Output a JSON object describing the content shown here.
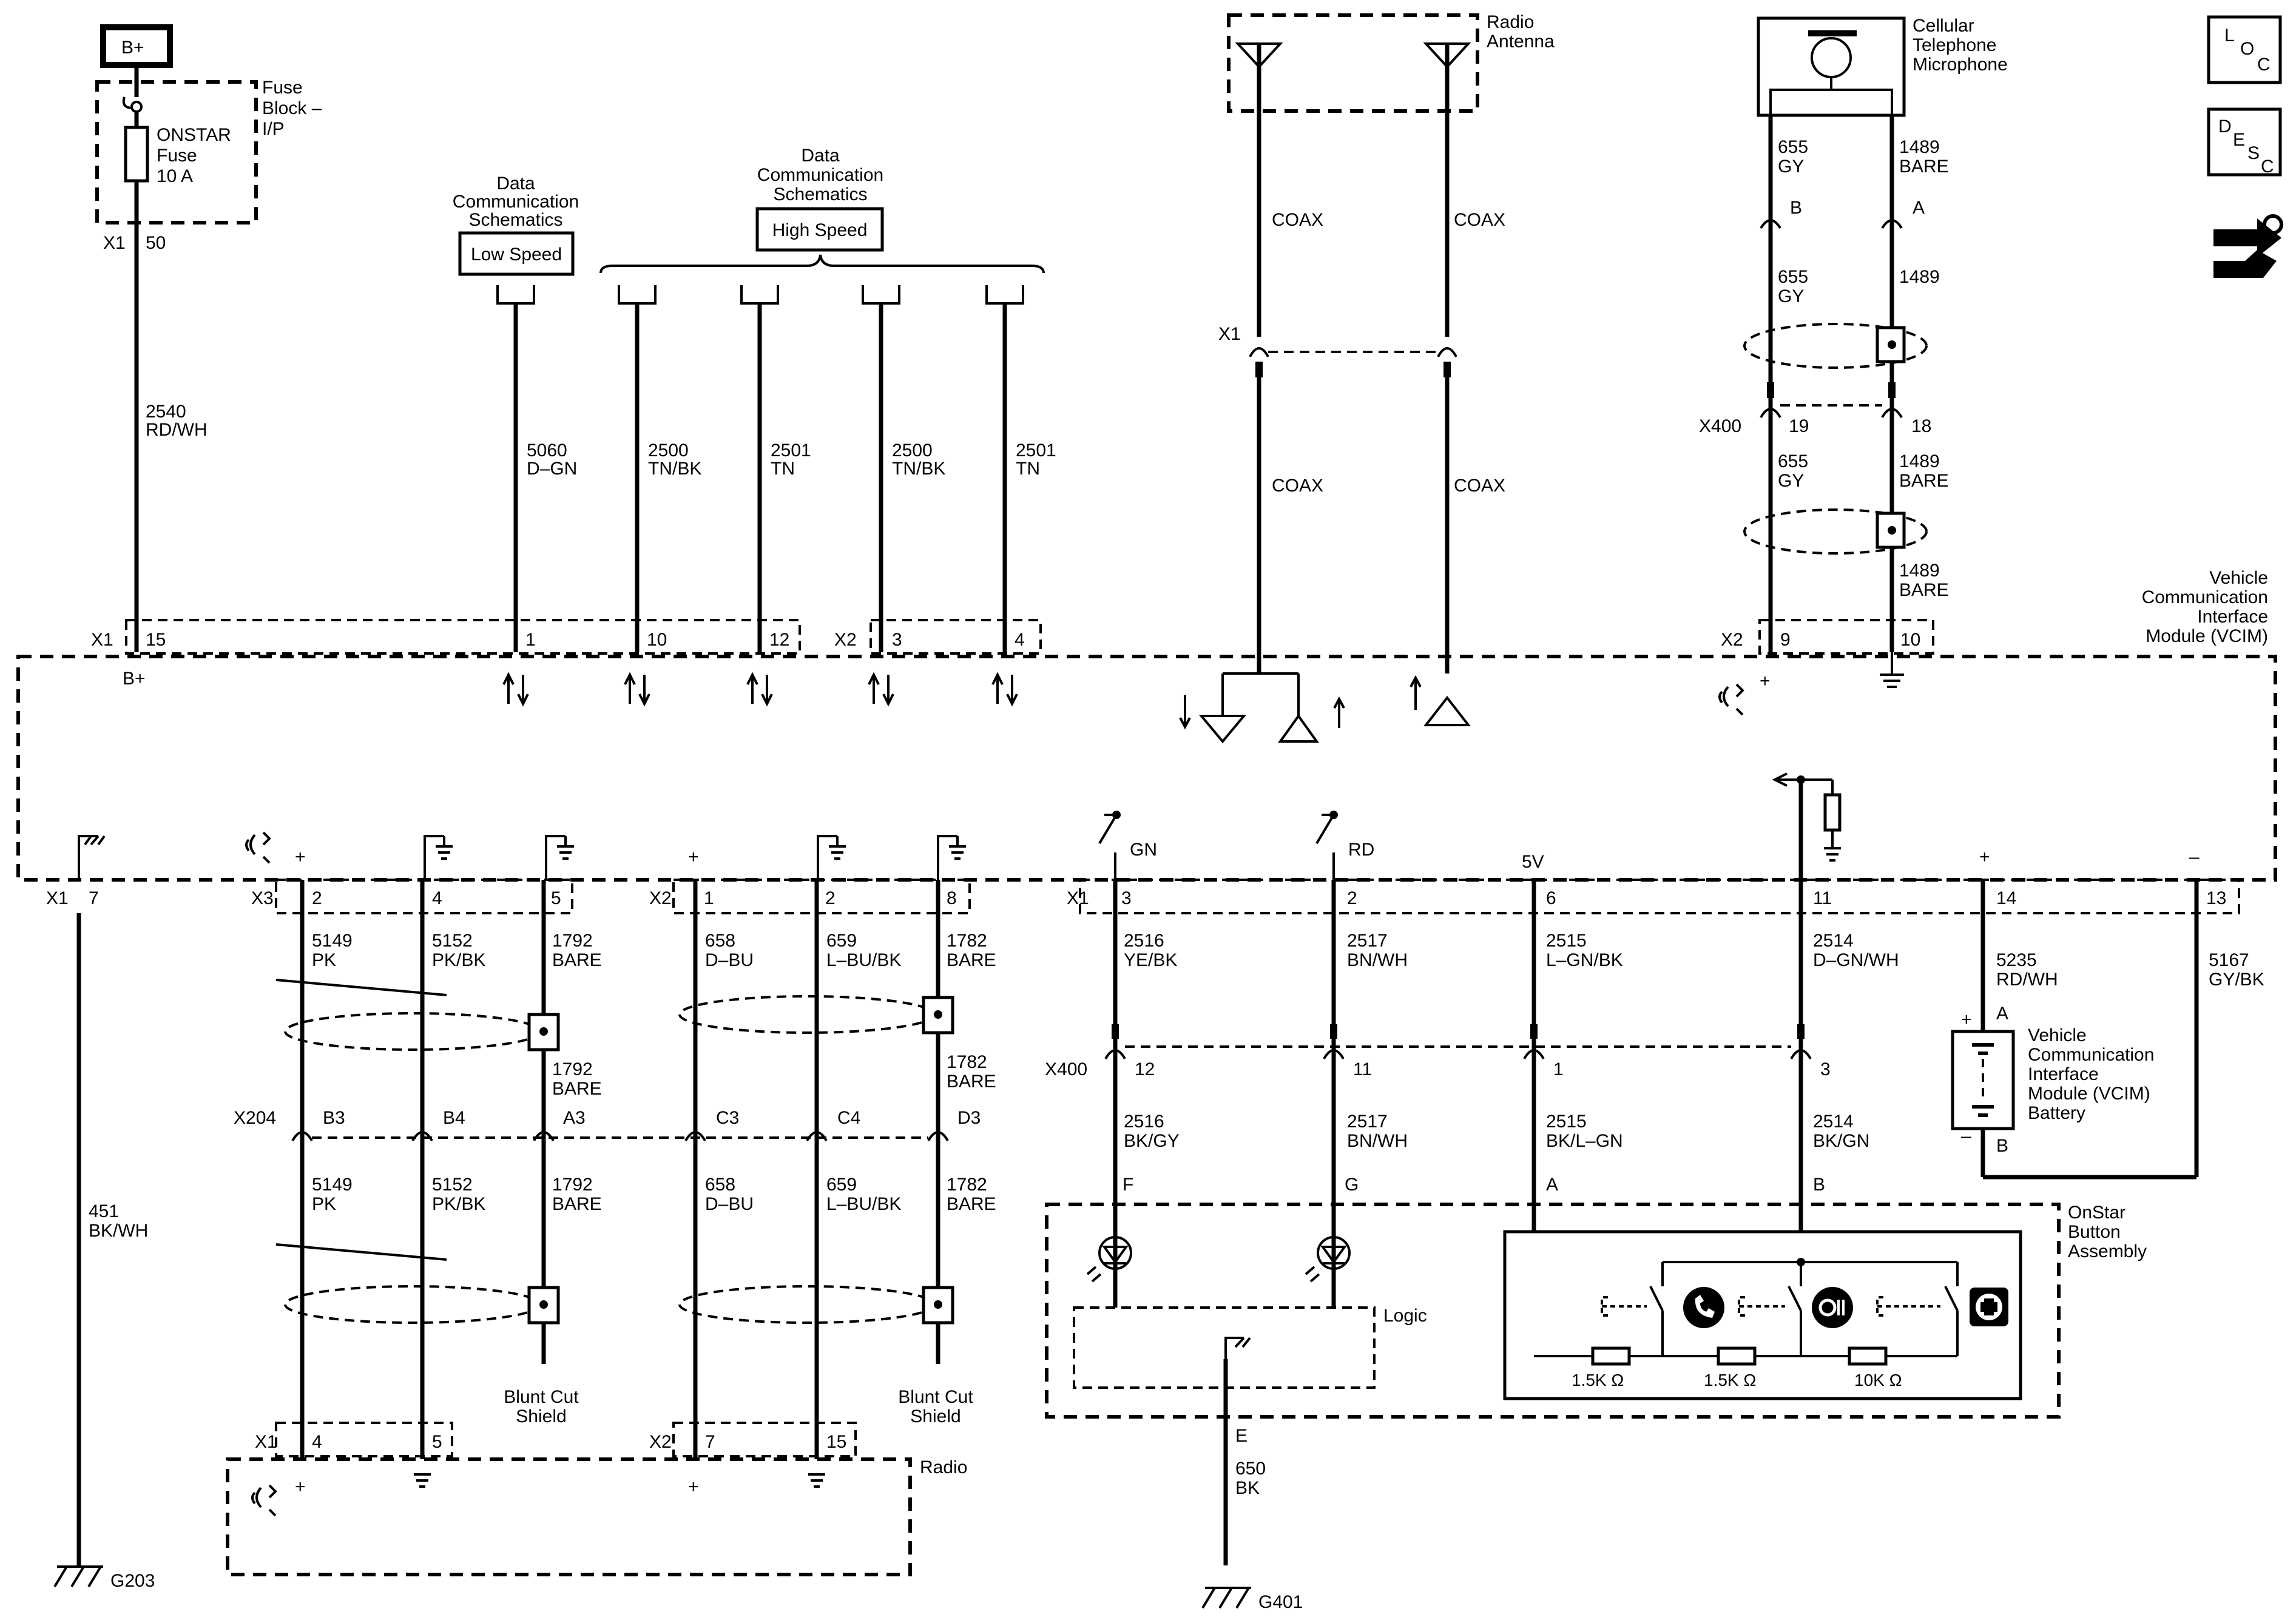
{
  "top": {
    "battery_label": "B+",
    "fuse_block_label": [
      "Fuse",
      "Block –",
      "I/P"
    ],
    "fuse_label": [
      "ONSTAR",
      "Fuse",
      "10 A"
    ],
    "fuse_connector": "X1",
    "fuse_pin": "50",
    "fuse_wire": [
      "2540",
      "RD/WH"
    ],
    "dc_low_title": [
      "Data",
      "Communication",
      "Schematics"
    ],
    "dc_low_badge": "Low Speed",
    "dc_high_title": [
      "Data",
      "Communication",
      "Schematics"
    ],
    "dc_high_badge": "High Speed",
    "dc_wires": [
      [
        "5060",
        "D–GN"
      ],
      [
        "2500",
        "TN/BK"
      ],
      [
        "2501",
        "TN"
      ],
      [
        "2500",
        "TN/BK"
      ],
      [
        "2501",
        "TN"
      ]
    ],
    "radio_antenna_label": [
      "Radio",
      "Antenna"
    ],
    "coax_label": "COAX",
    "antenna_connector": "X1",
    "microphone_label": [
      "Cellular",
      "Telephone",
      "Microphone"
    ],
    "mic_wires_top": [
      [
        "655",
        "GY"
      ],
      [
        "1489",
        "BARE"
      ]
    ],
    "mic_pins_top": [
      "B",
      "A"
    ],
    "mic_wires_mid": [
      [
        "655",
        "GY"
      ],
      [
        "1489",
        ""
      ]
    ],
    "mic_connector": "X400",
    "mic_pins_x400": [
      "19",
      "18"
    ],
    "mic_wires_low": [
      [
        "655",
        "GY"
      ],
      [
        "1489",
        "BARE"
      ]
    ],
    "mic_drain": [
      "1489",
      "BARE"
    ]
  },
  "vcim": {
    "label": [
      "Vehicle",
      "Communication",
      "Interface",
      "Module (VCIM)"
    ],
    "top_pins": [
      {
        "conn": "X1",
        "pin": "15"
      },
      {
        "conn": "",
        "pin": "1"
      },
      {
        "conn": "",
        "pin": "10"
      },
      {
        "conn": "",
        "pin": "12"
      },
      {
        "conn": "X2",
        "pin": "3"
      },
      {
        "conn": "",
        "pin": "4"
      },
      {
        "conn": "X2",
        "pin": "9"
      },
      {
        "conn": "",
        "pin": "10"
      }
    ],
    "bplus_label": "B+",
    "plus_sign": "+",
    "minus_sign": "–",
    "switch_labels": [
      "GN",
      "RD"
    ],
    "five_v": "5V",
    "bottom_pins": [
      {
        "conn": "X1",
        "pin": "7"
      },
      {
        "conn": "X3",
        "pin": "2"
      },
      {
        "conn": "",
        "pin": "4"
      },
      {
        "conn": "",
        "pin": "5"
      },
      {
        "conn": "X2",
        "pin": "1"
      },
      {
        "conn": "",
        "pin": "2"
      },
      {
        "conn": "",
        "pin": "8"
      },
      {
        "conn": "X1",
        "pin": "3"
      },
      {
        "conn": "",
        "pin": "2"
      },
      {
        "conn": "",
        "pin": "6"
      },
      {
        "conn": "",
        "pin": "11"
      },
      {
        "conn": "",
        "pin": "14"
      },
      {
        "conn": "",
        "pin": "13"
      }
    ]
  },
  "bottom": {
    "ground_wire": [
      "451",
      "BK/WH"
    ],
    "ground_left": "G203",
    "ground_right": "G401",
    "radio_wires_upper": [
      [
        "5149",
        "PK"
      ],
      [
        "5152",
        "PK/BK"
      ],
      [
        "1792",
        "BARE"
      ],
      [
        "658",
        "D–BU"
      ],
      [
        "659",
        "L–BU/BK"
      ],
      [
        "1782",
        "BARE"
      ]
    ],
    "shield_drain_left": [
      "1792",
      "BARE"
    ],
    "shield_drain_right": [
      "1782",
      "BARE"
    ],
    "x204_label": "X204",
    "x204_pins": [
      "B3",
      "B4",
      "A3",
      "C3",
      "C4",
      "D3"
    ],
    "radio_wires_lower": [
      [
        "5149",
        "PK"
      ],
      [
        "5152",
        "PK/BK"
      ],
      [
        "1792",
        "BARE"
      ],
      [
        "658",
        "D–BU"
      ],
      [
        "659",
        "L–BU/BK"
      ],
      [
        "1782",
        "BARE"
      ]
    ],
    "blunt_cut": [
      "Blunt Cut",
      "Shield"
    ],
    "radio_pins": [
      {
        "conn": "X1",
        "pin": "4"
      },
      {
        "conn": "",
        "pin": "5"
      },
      {
        "conn": "X2",
        "pin": "7"
      },
      {
        "conn": "",
        "pin": "15"
      }
    ],
    "radio_label": "Radio",
    "button_wires_upper": [
      [
        "2516",
        "YE/BK"
      ],
      [
        "2517",
        "BN/WH"
      ],
      [
        "2515",
        "L–GN/BK"
      ],
      [
        "2514",
        "D–GN/WH"
      ]
    ],
    "x400_label": "X400",
    "x400_pins": [
      "12",
      "11",
      "1",
      "3"
    ],
    "button_wires_lower": [
      [
        "2516",
        "BK/GY"
      ],
      [
        "2517",
        "BN/WH"
      ],
      [
        "2515",
        "BK/L–GN"
      ],
      [
        "2514",
        "BK/GN"
      ]
    ],
    "button_pins": [
      "F",
      "G",
      "A",
      "B",
      "E"
    ],
    "logic_label": "Logic",
    "ground_wire_right": [
      "650",
      "BK"
    ],
    "resistors": [
      "1.5K Ω",
      "1.5K Ω",
      "10K Ω"
    ],
    "onstar_label": [
      "OnStar",
      "Button",
      "Assembly"
    ],
    "battery_wires": [
      [
        "5235",
        "RD/WH"
      ],
      [
        "5167",
        "GY/BK"
      ]
    ],
    "battery_pins": [
      "A",
      "B"
    ],
    "battery_label": [
      "Vehicle",
      "Communication",
      "Interface",
      "Module (VCIM)",
      "Battery"
    ]
  },
  "nav_icons": {
    "loc": [
      "L",
      "O",
      "C"
    ],
    "desc": [
      "D",
      "E",
      "S",
      "C"
    ],
    "nav_icon": "navigation-arrows-icon"
  }
}
